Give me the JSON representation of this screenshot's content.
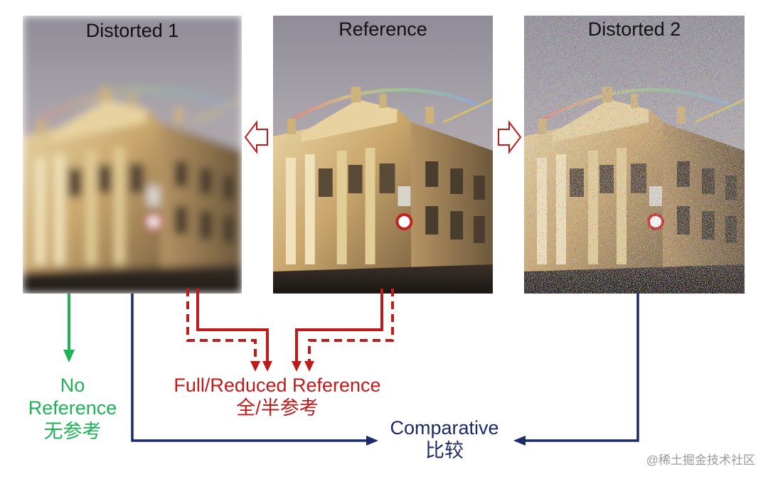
{
  "panels": {
    "distorted_1": {
      "title": "Distorted 1",
      "distortion": "blur"
    },
    "reference": {
      "title": "Reference"
    },
    "distorted_2": {
      "title": "Distorted 2",
      "distortion": "noise"
    }
  },
  "categories": {
    "no_reference": {
      "title_line_1": "No",
      "title_line_2": "Reference",
      "subtitle": "无参考"
    },
    "full_reduced": {
      "title": "Full/Reduced Reference",
      "subtitle": "全/半参考"
    },
    "comparative": {
      "title": "Comparative",
      "subtitle": "比较"
    }
  },
  "watermark": "@稀土掘金技术社区",
  "colors": {
    "no_reference": "#1db356",
    "full_reduced": "#c11a1a",
    "comparative": "#1c2a6b"
  }
}
